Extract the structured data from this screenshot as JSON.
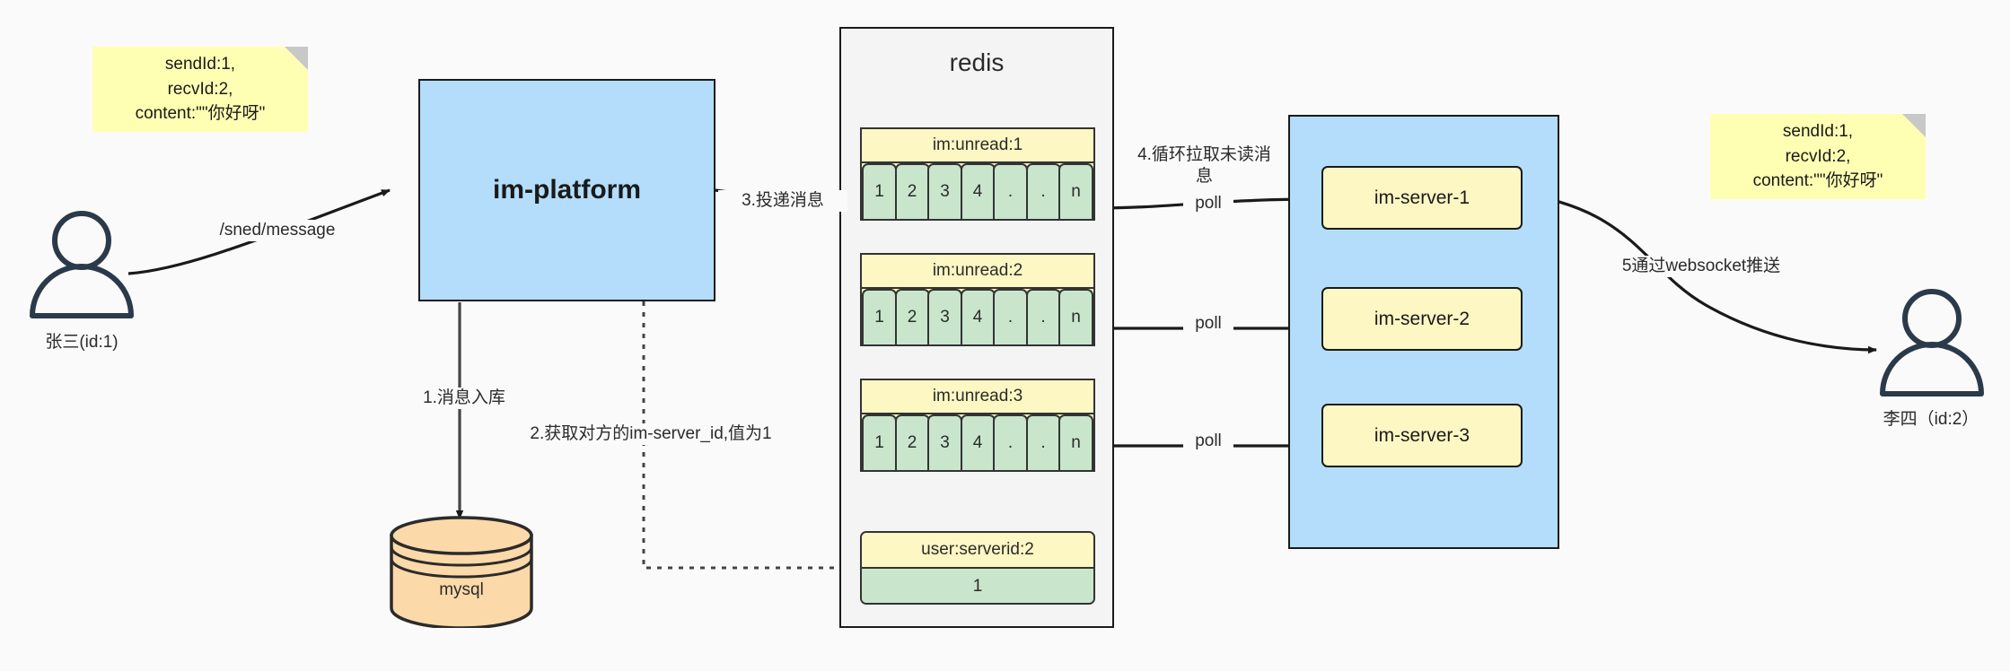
{
  "diagram": {
    "title": "IM message delivery architecture",
    "colors": {
      "note": "#ffffb3",
      "platform": "#b3ddfb",
      "redis_bg": "#f4f4f4",
      "queue_header": "#fdf7c3",
      "queue_cell": "#c9e6cd",
      "mysql": "#fcd9a8",
      "stroke": "#1a1a1a"
    }
  },
  "notes": {
    "left": "sendId:1,\nrecvId:2,\ncontent:\"\"你好呀\"",
    "right": "sendId:1,\nrecvId:2,\ncontent:\"\"你好呀\""
  },
  "actors": {
    "sender": {
      "label": "张三(id:1)",
      "icon": "user-icon"
    },
    "receiver": {
      "label": "李四（id:2）",
      "icon": "user-icon"
    }
  },
  "platform": {
    "label": "im-platform"
  },
  "database": {
    "label": "mysql",
    "icon": "database-cylinder-icon"
  },
  "redis": {
    "title": "redis",
    "queues": [
      {
        "name": "im:unread:1",
        "cells": [
          "1",
          "2",
          "3",
          "4",
          ".",
          ".",
          "n"
        ]
      },
      {
        "name": "im:unread:2",
        "cells": [
          "1",
          "2",
          "3",
          "4",
          ".",
          ".",
          "n"
        ]
      },
      {
        "name": "im:unread:3",
        "cells": [
          "1",
          "2",
          "3",
          "4",
          ".",
          ".",
          "n"
        ]
      }
    ],
    "kv": {
      "key": "user:serverid:2",
      "value": "1"
    }
  },
  "servers": [
    {
      "label": "im-server-1"
    },
    {
      "label": "im-server-2"
    },
    {
      "label": "im-server-3"
    }
  ],
  "edges": {
    "send_message": "/sned/message",
    "step1": "1.消息入库",
    "step2": "2.获取对方的im-server_id,值为1",
    "step3": "3.投递消息",
    "step4": "4.循环拉取未读消\n息",
    "poll1": "poll",
    "poll2": "poll",
    "poll3": "poll",
    "step5": "5通过websocket推送"
  }
}
